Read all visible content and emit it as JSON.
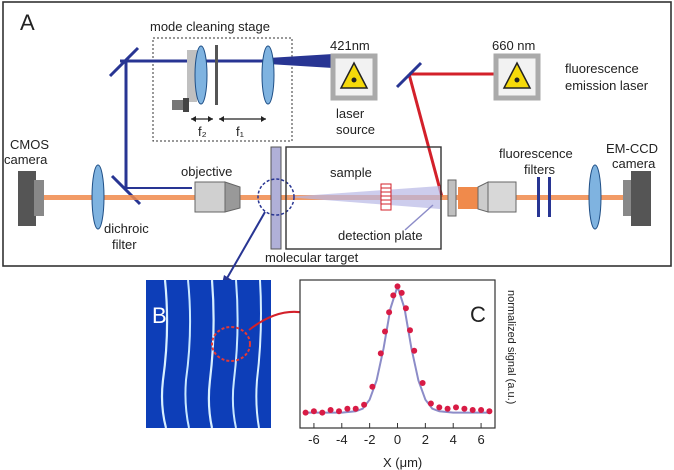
{
  "panel_a": {
    "letter": "A",
    "mode_cleaning_stage": "mode cleaning stage",
    "f2": "f₂",
    "f1": "f₁",
    "laser_421_wavelength": "421nm",
    "laser_421_label_1": "laser",
    "laser_421_label_2": "source",
    "laser_660_wavelength": "660 nm",
    "fluorescence_label_1": "fluorescence",
    "fluorescence_label_2": "emission laser",
    "cmos_1": "CMOS",
    "cmos_2": "camera",
    "objective": "objective",
    "sample": "sample",
    "fluorescence_filters_1": "fluorescence",
    "fluorescence_filters_2": "filters",
    "emccd_1": "EM-CCD",
    "emccd_2": "camera",
    "dichroic_1": "dichroic",
    "dichroic_2": "filter",
    "detection_plate": "detection plate",
    "molecular_target": "molecular target"
  },
  "panel_b": {
    "letter": "B"
  },
  "panel_c": {
    "letter": "C"
  },
  "colors": {
    "blue_beam": "#283593",
    "red_beam": "#d3202a",
    "orange_beam": "#f08a4b",
    "lens": "#7fb3e0",
    "hazard_yellow": "#f5d90a",
    "fit_line": "#8c8cc8",
    "data_points": "#d81b45",
    "micrograph_bg": "#1048c8"
  },
  "chart_data": {
    "type": "scatter",
    "title": "",
    "xlabel": "X (μm)",
    "ylabel": "normalized signal (a.u.)",
    "xlim": [
      -7,
      7
    ],
    "ylim": [
      -0.1,
      1.05
    ],
    "x_ticks": [
      "-6",
      "-4",
      "-2",
      "0",
      "2",
      "4",
      "6"
    ],
    "grid": false,
    "series": [
      {
        "x": [
          -6.6,
          -6.0,
          -5.4,
          -4.8,
          -4.2,
          -3.6,
          -3.0,
          -2.4,
          -1.8,
          -1.2,
          -0.9,
          -0.6,
          -0.3,
          0.0,
          0.3,
          0.6,
          0.9,
          1.2,
          1.8,
          2.4,
          3.0,
          3.6,
          4.2,
          4.8,
          5.4,
          6.0,
          6.6
        ],
        "y": [
          0.02,
          0.03,
          0.02,
          0.04,
          0.03,
          0.05,
          0.05,
          0.08,
          0.22,
          0.48,
          0.65,
          0.8,
          0.93,
          1.0,
          0.95,
          0.83,
          0.66,
          0.5,
          0.25,
          0.09,
          0.06,
          0.05,
          0.06,
          0.05,
          0.04,
          0.04,
          0.03
        ]
      },
      {
        "x": [
          -6.6,
          -6.0,
          -5.0,
          -4.0,
          -3.0,
          -2.5,
          -2.0,
          -1.5,
          -1.0,
          -0.5,
          0.0,
          0.5,
          1.0,
          1.5,
          2.0,
          2.5,
          3.0,
          4.0,
          5.0,
          6.0,
          6.6
        ],
        "y": [
          0.02,
          0.02,
          0.02,
          0.02,
          0.03,
          0.05,
          0.12,
          0.27,
          0.52,
          0.83,
          1.0,
          0.83,
          0.52,
          0.27,
          0.12,
          0.05,
          0.03,
          0.02,
          0.02,
          0.02,
          0.02
        ]
      }
    ]
  }
}
